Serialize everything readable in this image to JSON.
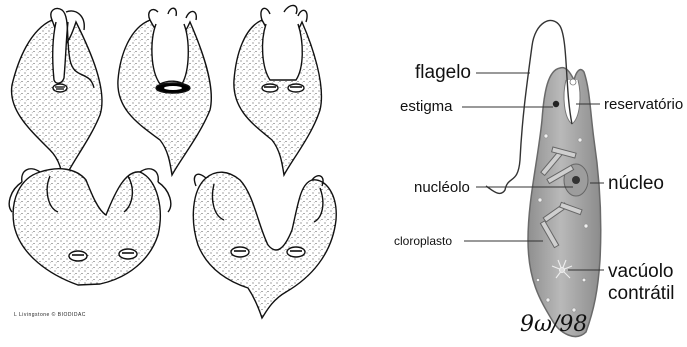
{
  "left_panel": {
    "credit": "L Livingstone © BIODIDAC",
    "signature": "9ω/98"
  },
  "right_panel": {
    "labels": {
      "flagelo": "flagelo",
      "estigma": "estigma",
      "reservatorio": "reservatório",
      "nucleolo": "nucléolo",
      "nucleo": "núcleo",
      "cloroplasto": "cloroplasto",
      "vacuolo": "vacúolo",
      "contratil": "contrátil"
    }
  },
  "colors": {
    "cell_fill": "#a9a9a9",
    "cell_stroke": "#6a6a6a",
    "line": "#333333"
  }
}
